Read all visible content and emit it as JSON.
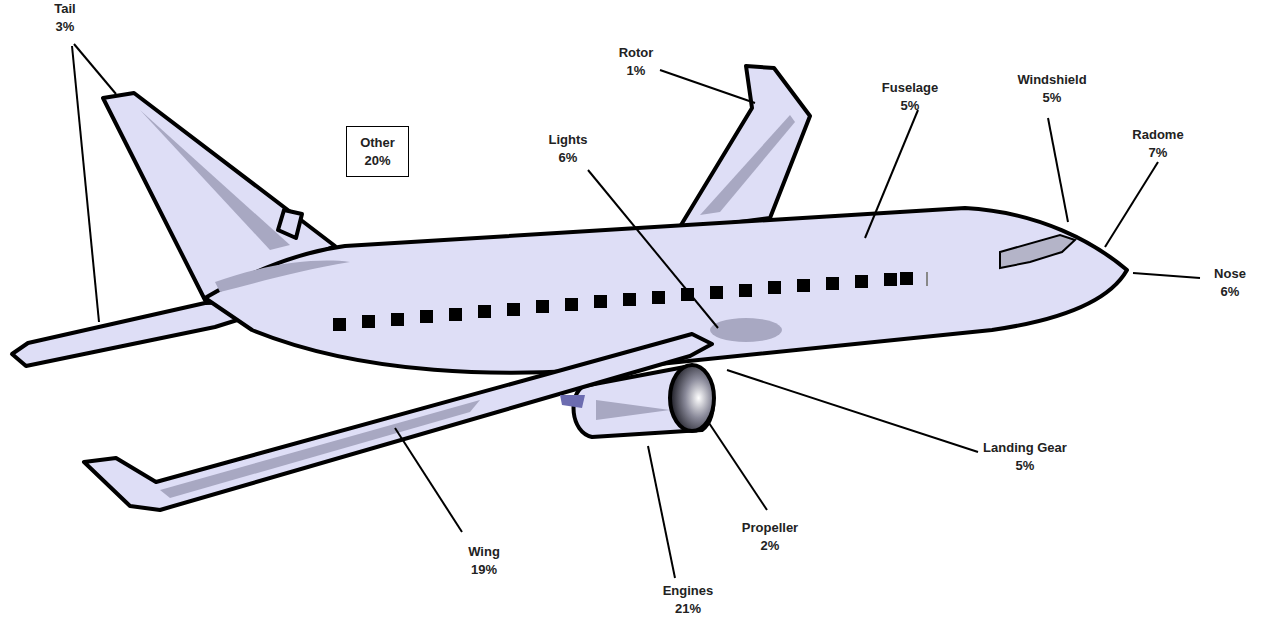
{
  "diagram": {
    "nodes": [
      {
        "text": [
          "Other 20%"
        ]
      }
    ],
    "labels": [
      "Tail 3%",
      "Rotor 1%",
      "Lights 6%",
      "Fuselage 5%",
      "Windshield 5%",
      "Radome 7%",
      "Nose 6%",
      "Landing Gear 5%",
      "Propeller 2%",
      "Wing 19%",
      "Engines 21%"
    ]
  }
}
